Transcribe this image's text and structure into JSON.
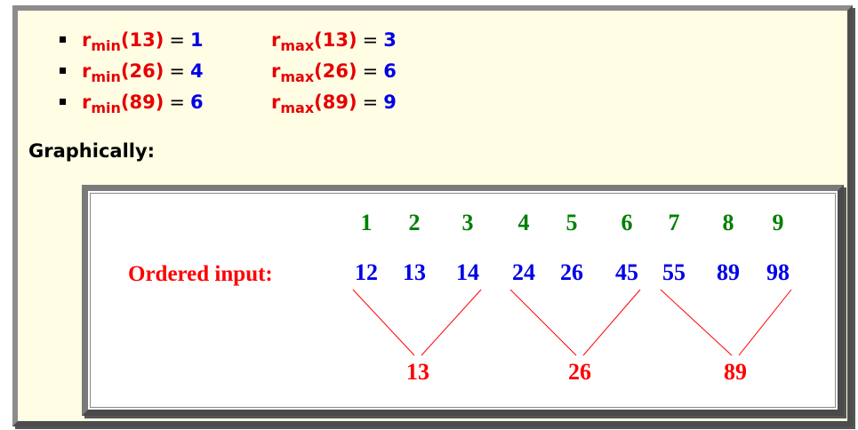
{
  "bullets": [
    {
      "min_label": "r",
      "min_sub": "min",
      "min_arg": "(13)",
      "eq": "=",
      "min_value": "1",
      "max_label": "r",
      "max_sub": "max",
      "max_arg": "(13)",
      "max_value": "3"
    },
    {
      "min_label": "r",
      "min_sub": "min",
      "min_arg": "(26)",
      "eq": "=",
      "min_value": "4",
      "max_label": "r",
      "max_sub": "max",
      "max_arg": "(26)",
      "max_value": "6"
    },
    {
      "min_label": "r",
      "min_sub": "min",
      "min_arg": "(89)",
      "eq": "=",
      "min_value": "6",
      "max_label": "r",
      "max_sub": "max",
      "max_arg": "(89)",
      "max_value": "9"
    }
  ],
  "heading": "Graphically:",
  "diagram": {
    "row_label": "Ordered input:",
    "ranks": [
      "1",
      "2",
      "3",
      "4",
      "5",
      "6",
      "7",
      "8",
      "9"
    ],
    "values": [
      "12",
      "13",
      "14",
      "24",
      "26",
      "45",
      "55",
      "89",
      "98"
    ],
    "medians": [
      "13",
      "26",
      "89"
    ],
    "colors": {
      "rank": "#008000",
      "value": "#0000e6",
      "label": "#ff0000",
      "line": "#ff0000"
    }
  }
}
